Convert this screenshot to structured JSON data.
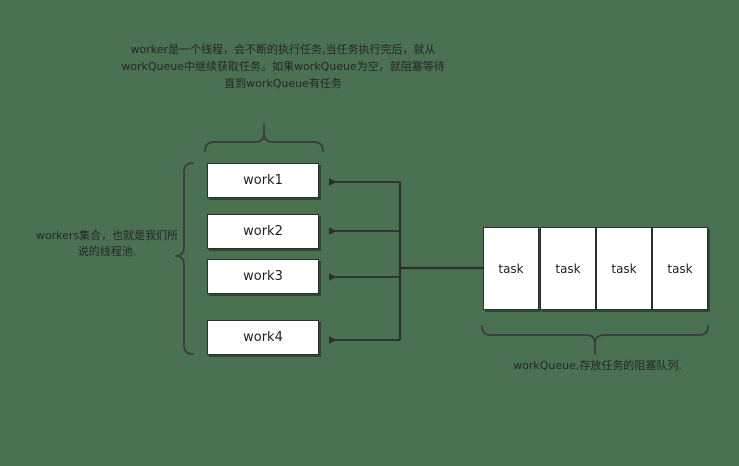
{
  "diagram": {
    "title": "java thread pool worker / workQueue diagram",
    "background_color": "#4a7152",
    "stroke_color": "#2e2e2e",
    "box_fill_color": "#ffffff",
    "text_color": "#262626"
  },
  "notes": {
    "worker_description": "worker是一个线程，会不断的执行任务,当任务执行完后，就从workQueue中继续获取任务。如果workQueue为空，就阻塞等待直到workQueue有任务",
    "workers_label": "workers集合，也就是我们所说的线程池.",
    "queue_label": "workQueue,存放任务的阻塞队列."
  },
  "workers": [
    {
      "label": "work1"
    },
    {
      "label": "work2"
    },
    {
      "label": "work3"
    },
    {
      "label": "work4"
    }
  ],
  "tasks": [
    {
      "label": "task"
    },
    {
      "label": "task"
    },
    {
      "label": "task"
    },
    {
      "label": "task"
    }
  ],
  "braces": {
    "top_brace_target": "worker_description",
    "left_brace_target": "workers_label",
    "bottom_brace_target": "queue_label"
  }
}
